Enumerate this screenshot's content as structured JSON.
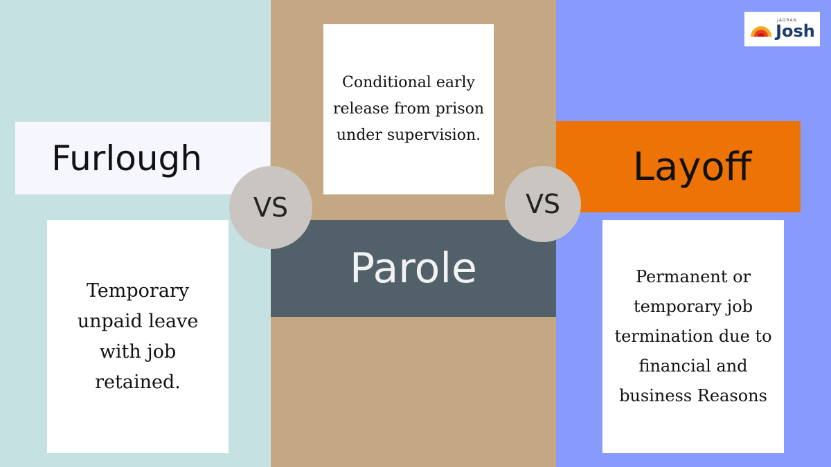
{
  "logo": {
    "small_text": "JAGRAN",
    "main_text": "Josh"
  },
  "furlough": {
    "title": "Furlough",
    "description": "Temporary unpaid leave with job retained."
  },
  "parole": {
    "title": "Parole",
    "description": "Conditional early release from prison under supervision."
  },
  "layoff": {
    "title": "Layoff",
    "description": "Permanent or temporary job termination due to financial and business Reasons"
  },
  "vs_left": "VS",
  "vs_right": "VS",
  "colors": {
    "left_panel": "#c6e1e1",
    "middle_panel": "#c4a883",
    "right_panel": "#879bfd",
    "parole_box": "#52606a",
    "layoff_box": "#ee7307"
  }
}
